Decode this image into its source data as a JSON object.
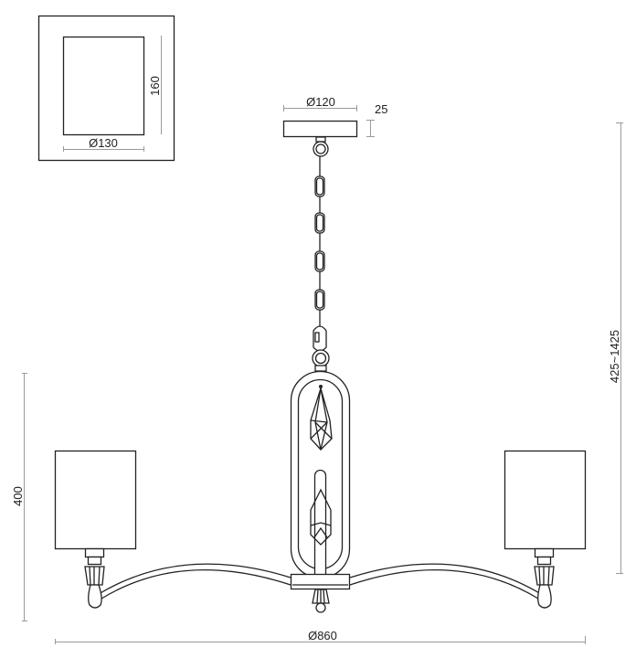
{
  "diagram": {
    "type": "product-dimension-drawing",
    "subject": "3-arm pendant chandelier with cylindrical shades, oval center frame with crystal drops, chain suspension",
    "line_color": "#222222",
    "dimension_line_color": "#9a9a9a",
    "background": "#ffffff"
  },
  "inset": {
    "label": "shade-detail",
    "shade_diameter": "Ø130",
    "shade_height": "160"
  },
  "canopy": {
    "diameter": "Ø120",
    "height": "25"
  },
  "dimensions": {
    "overall_height": "425~1425",
    "arm_height": "400",
    "overall_diameter": "Ø860"
  }
}
